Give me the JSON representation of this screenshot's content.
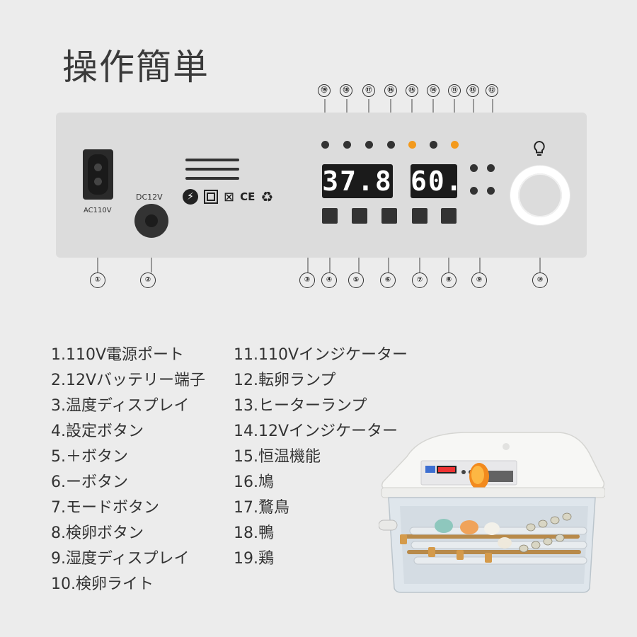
{
  "title": "操作簡単",
  "panel": {
    "ac_label": "AC110V",
    "dc_label": "DC12V",
    "cert_marks": [
      "⚡",
      "CE",
      "♻"
    ],
    "temp_display": "37.8",
    "humidity_display": "60."
  },
  "callouts": {
    "top": [
      "⑲",
      "⑱",
      "⑰",
      "⑯",
      "⑮",
      "⑭",
      "⑪",
      "⑬",
      "⑫"
    ],
    "bottom": [
      "①",
      "②",
      "③",
      "④",
      "⑤",
      "⑥",
      "⑦",
      "⑧",
      "⑨",
      "⑩"
    ]
  },
  "legend_left": [
    "1.110V電源ポート",
    "2.12Vバッテリー端子",
    "3.温度ディスプレイ",
    "4.設定ボタン",
    "5.＋ボタン",
    "6.ーボタン",
    "7.モードボタン",
    "8.検卵ボタン",
    "9.湿度ディスプレイ",
    "10.検卵ライト"
  ],
  "legend_right": [
    "11.110Vインジケーター",
    "12.転卵ランプ",
    "13.ヒーターランプ",
    "14.12Vインジケーター",
    "15.恒温機能",
    "16.鳩",
    "17.鶩鳥",
    "18.鴨",
    "19.鶏"
  ],
  "colors": {
    "background": "#ececec",
    "panel": "#dcdcdc",
    "indicator_on": "#f39a1d",
    "indicator_off": "#333333"
  }
}
